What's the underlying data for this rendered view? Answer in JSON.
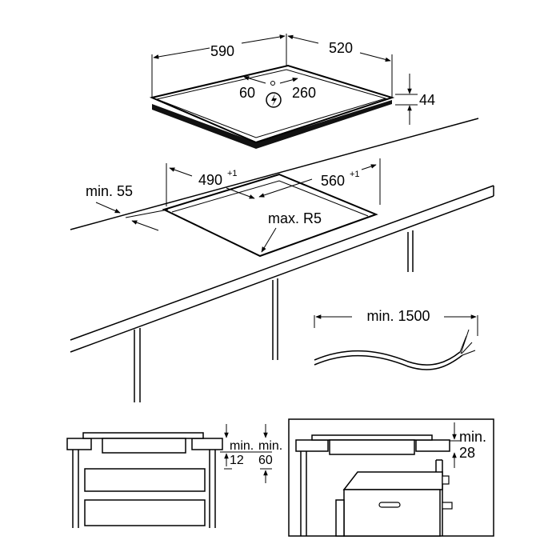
{
  "hob": {
    "width": "590",
    "depth": "520",
    "height": "44",
    "cable_left": "60",
    "cable_right": "260"
  },
  "cutout": {
    "width": "490",
    "width_tol": "+1",
    "depth": "560",
    "depth_tol": "+1",
    "radius": "max. R5",
    "front_edge": "min. 55"
  },
  "cable": {
    "length": "min. 1500"
  },
  "section_left": {
    "min_a": "min.",
    "val_a": "12",
    "min_b": "min.",
    "val_b": "60"
  },
  "section_right": {
    "min_label": "min.",
    "value": "28"
  },
  "icons": [
    "power-connection-icon",
    "dimension-arrow-icon"
  ]
}
